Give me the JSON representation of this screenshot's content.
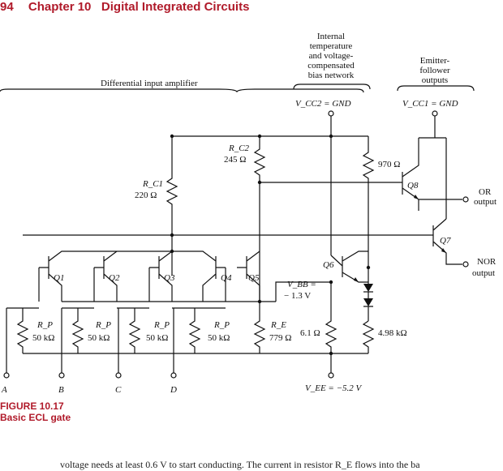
{
  "header": {
    "page_number": "94",
    "chapter": "Chapter 10",
    "title": "Digital Integrated Circuits"
  },
  "circuit": {
    "diff_amp": "Differential input amplifier",
    "bias_lines": [
      "Internal",
      "temperature",
      "and voltage-",
      "compensated",
      "bias network"
    ],
    "emitter_lines": [
      "Emitter-",
      "follower",
      "outputs"
    ],
    "vcc2": "V_CC2 = GND",
    "vcc1": "V_CC1 = GND",
    "rc2_name": "R_C2",
    "rc2_val": "245 Ω",
    "rc1_name": "R_C1",
    "rc1_val": "220 Ω",
    "r970": "970 Ω",
    "q8": "Q8",
    "q7": "Q7",
    "q6": "Q6",
    "q5": "Q5",
    "q1": "Q1",
    "q2": "Q2",
    "q3": "Q3",
    "q4": "Q4",
    "or_out": [
      "OR",
      "output"
    ],
    "nor_out": [
      "NOR",
      "output"
    ],
    "vbb1": "V_BB =",
    "vbb2": "− 1.3 V",
    "rp_name": "R_P",
    "rp_val": "50 kΩ",
    "re_name": "R_E",
    "re_val": "779 Ω",
    "r61": "6.1 Ω",
    "r498": "4.98 kΩ",
    "vee": "V_EE = −5.2 V",
    "inputs": [
      "A",
      "B",
      "C",
      "D"
    ]
  },
  "figure": {
    "label": "FIGURE 10.17",
    "caption": "Basic ECL gate"
  },
  "body_text": "voltage needs at least 0.6 V to start conducting. The current in resistor R_E flows into the ba"
}
